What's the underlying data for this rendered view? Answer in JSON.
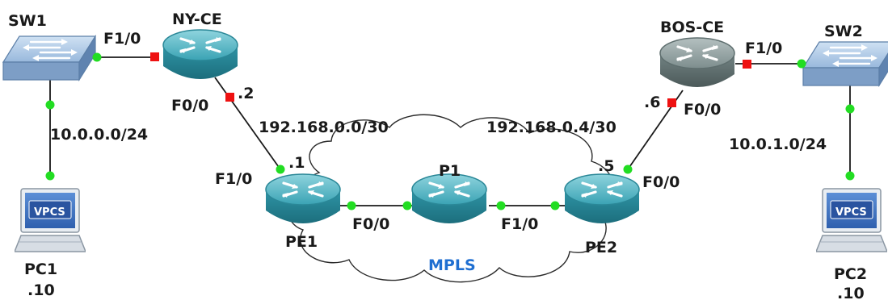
{
  "devices": {
    "sw1": {
      "name": "SW1"
    },
    "sw2": {
      "name": "SW2"
    },
    "ny_ce": {
      "name": "NY-CE"
    },
    "bos_ce": {
      "name": "BOS-CE"
    },
    "pe1": {
      "name": "PE1"
    },
    "p1": {
      "name": "P1"
    },
    "pe2": {
      "name": "PE2"
    },
    "pc1": {
      "name": "PC1",
      "host": ".10",
      "badge": "VPCS"
    },
    "pc2": {
      "name": "PC2",
      "host": ".10",
      "badge": "VPCS"
    }
  },
  "cloud": {
    "label": "MPLS"
  },
  "subnets": {
    "lan1": "10.0.0.0/24",
    "lan2": "10.0.1.0/24",
    "wan1": "192.168.0.0/30",
    "wan2": "192.168.0.4/30"
  },
  "interfaces": {
    "sw1_nyce": "F1/0",
    "nyce_pe1": "F0/0",
    "nyce_addr": ".2",
    "pe1_nyce": "F1/0",
    "pe1_addr": ".1",
    "pe1_p1": "F0/0",
    "p1_pe2": "F1/0",
    "pe2_addr": ".5",
    "pe2_bosce": "F0/0",
    "bosce_addr": ".6",
    "bosce_pe2": "F0/0",
    "bosce_sw2": "F1/0"
  },
  "colors": {
    "link_up": "#22dd22",
    "link_down": "#ee1111",
    "router_blue": "#2e96a8",
    "router_gray": "#6f8080",
    "switch_blue": "#8fb2d8",
    "mpls_text": "#1f6fd1"
  }
}
